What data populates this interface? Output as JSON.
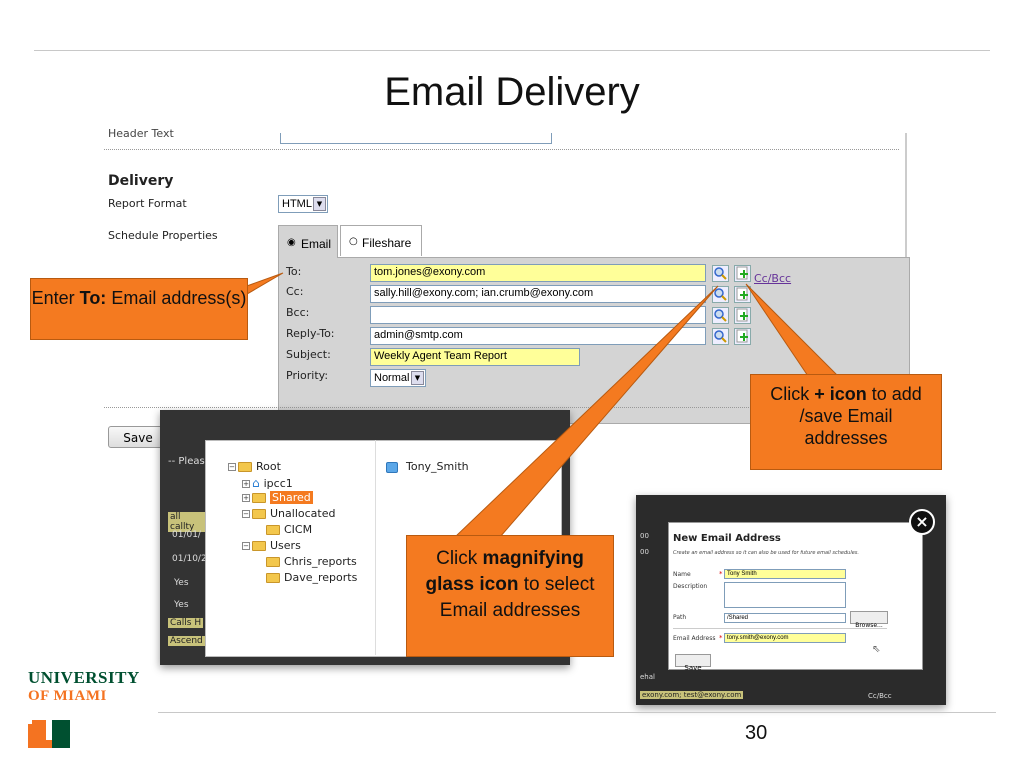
{
  "slide": {
    "title": "Email Delivery",
    "page_number": "30"
  },
  "logo": {
    "line1": "UNIVERSITY",
    "line2": "OF MIAMI"
  },
  "form": {
    "header_text_label": "Header Text",
    "section_title": "Delivery",
    "report_format_label": "Report Format",
    "report_format_value": "HTML",
    "schedule_props_label": "Schedule Properties",
    "tab_email": "Email",
    "tab_fileshare": "Fileshare",
    "to_label": "To:",
    "to_value": "tom.jones@exony.com",
    "cc_label": "Cc:",
    "cc_value": "sally.hill@exony.com; ian.crumb@exony.com",
    "bcc_label": "Bcc:",
    "bcc_value": "",
    "replyto_label": "Reply-To:",
    "replyto_value": "admin@smtp.com",
    "subject_label": "Subject:",
    "subject_value": "Weekly Agent Team Report",
    "priority_label": "Priority:",
    "priority_value": "Normal",
    "ccbcc_link": "Cc/Bcc",
    "save_label": "Save"
  },
  "tree": {
    "behind_texts": [
      "-- Pleas",
      "all callty",
      "01/01/",
      "01/10/2",
      "Yes",
      "Yes",
      "Calls H",
      "Ascend"
    ],
    "items": [
      {
        "label": "Root"
      },
      {
        "label": "ipcc1"
      },
      {
        "label": "Shared"
      },
      {
        "label": "Unallocated"
      },
      {
        "label": "CICM"
      },
      {
        "label": "Users"
      },
      {
        "label": "Chris_reports"
      },
      {
        "label": "Dave_reports"
      }
    ],
    "selected_user": "Tony_Smith"
  },
  "dialog": {
    "title": "New Email Address",
    "subtitle": "Create an email address so it can also be used for future email schedules.",
    "name_label": "Name",
    "name_value": "Tony Smith",
    "description_label": "Description",
    "path_label": "Path",
    "path_value": "/Shared",
    "browse_label": "Browse...",
    "email_label": "Email Address",
    "email_value": "tony.smith@exony.com",
    "save_label": "Save",
    "behind_texts": [
      "00",
      "00",
      "ehal",
      "exony.com; test@exony.com",
      "Cc/Bcc"
    ]
  },
  "callouts": {
    "enter_prefix": "Enter ",
    "enter_bold": "To:",
    "enter_suffix": " Email address(s)",
    "plus_prefix": "Click ",
    "plus_bold": "+ icon",
    "plus_suffix": " to add /save Email addresses",
    "glass_prefix": "Click ",
    "glass_bold": "magnifying glass icon",
    "glass_suffix": " to select Email addresses"
  },
  "colors": {
    "callout": "#f47a20",
    "miami_orange": "#f47321",
    "miami_green": "#005030"
  }
}
